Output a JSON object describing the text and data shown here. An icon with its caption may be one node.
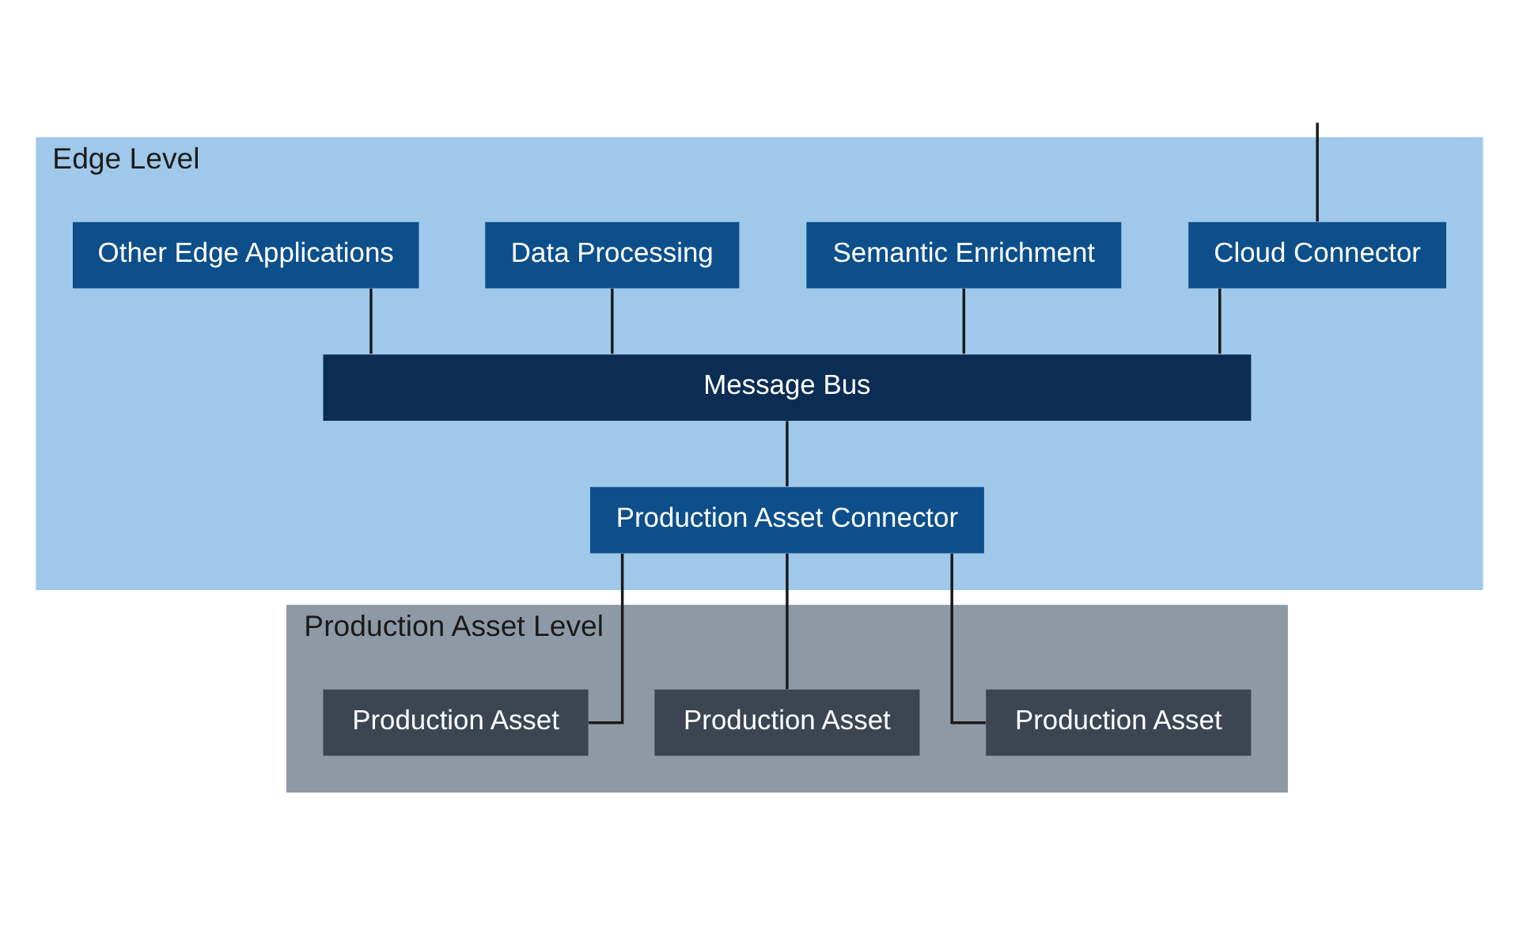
{
  "diagram": {
    "nodes": [
      {
        "text": [
          "Edge Level"
        ]
      },
      {
        "text": [
          "Cloud Connector"
        ],
        "in": 0
      },
      {
        "text": [
          "Semantic Enrichment"
        ],
        "in": 0
      },
      {
        "text": [
          "Data Processing"
        ],
        "in": 0
      },
      {
        "text": [
          "Other Edge Applications"
        ],
        "in": 0
      },
      {
        "text": [
          "Message Bus"
        ],
        "in": 0
      },
      {
        "text": [
          "Production Asset Connector"
        ],
        "in": 0
      },
      {
        "text": [
          "Production Asset Level"
        ]
      },
      {
        "text": [
          "Production Asset"
        ],
        "in": 7
      },
      {
        "text": [
          "Production Asset"
        ],
        "in": 7
      },
      {
        "text": [
          "Production Asset"
        ],
        "in": 7
      }
    ],
    "edges": [
      {
        "from": 1,
        "to": null,
        "arrow": "none"
      },
      {
        "from": 1,
        "to": 5,
        "arrow": "none"
      },
      {
        "from": 2,
        "to": 5,
        "arrow": "none"
      },
      {
        "from": 3,
        "to": 5,
        "arrow": "none"
      },
      {
        "from": 4,
        "to": 5,
        "arrow": "none"
      },
      {
        "from": 5,
        "to": 6,
        "arrow": "none"
      },
      {
        "from": 6,
        "to": 8,
        "arrow": "none"
      },
      {
        "from": 6,
        "to": 9,
        "arrow": "none"
      },
      {
        "from": 6,
        "to": 10,
        "arrow": "none"
      }
    ]
  }
}
